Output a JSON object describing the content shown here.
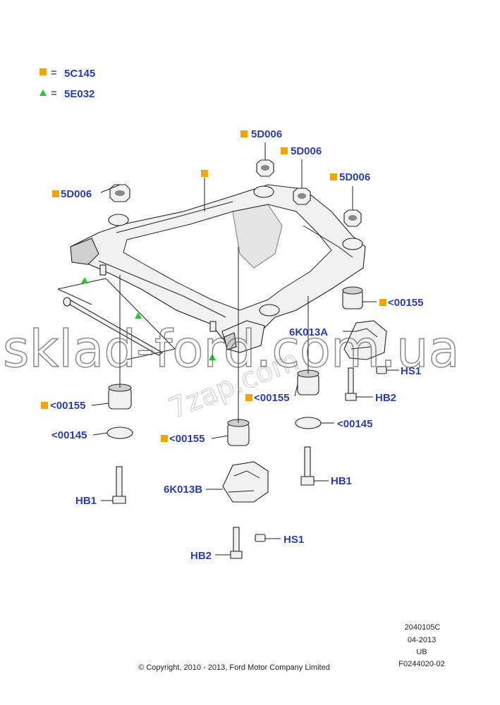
{
  "legend": {
    "square_code": "5C145",
    "triangle_code": "5E032",
    "equals": "=",
    "square_color": "#f5a300",
    "triangle_color": "#22cc22"
  },
  "labels": {
    "nut_top": "5D006",
    "nut_mid": "5D006",
    "nut_right": "5D006",
    "nut_left": "5D006",
    "bush_right_upper": "<00155",
    "mount_a": "6K013A",
    "screw_hs1_right": "HS1",
    "bolt_hb2_right": "HB2",
    "bush_center_right": "<00155",
    "washer_right": "<00145",
    "bolt_hb1_right": "HB1",
    "bush_left": "<00155",
    "washer_left": "<00145",
    "bolt_hb1_left": "HB1",
    "bush_center": "<00155",
    "mount_b": "6K013B",
    "screw_hs1_center": "HS1",
    "bolt_hb2_center": "HB2"
  },
  "watermark": {
    "main": "sklad-ford.com.ua",
    "secondary": "7zap.com"
  },
  "footer": {
    "copyright": "© Copyright, 2010 - 2013, Ford Motor Company Limited",
    "code": "2040105C",
    "date": "04-2013",
    "region": "UB",
    "ref": "F0244020-02"
  },
  "icons": [
    "square-marker-icon",
    "triangle-marker-icon"
  ]
}
